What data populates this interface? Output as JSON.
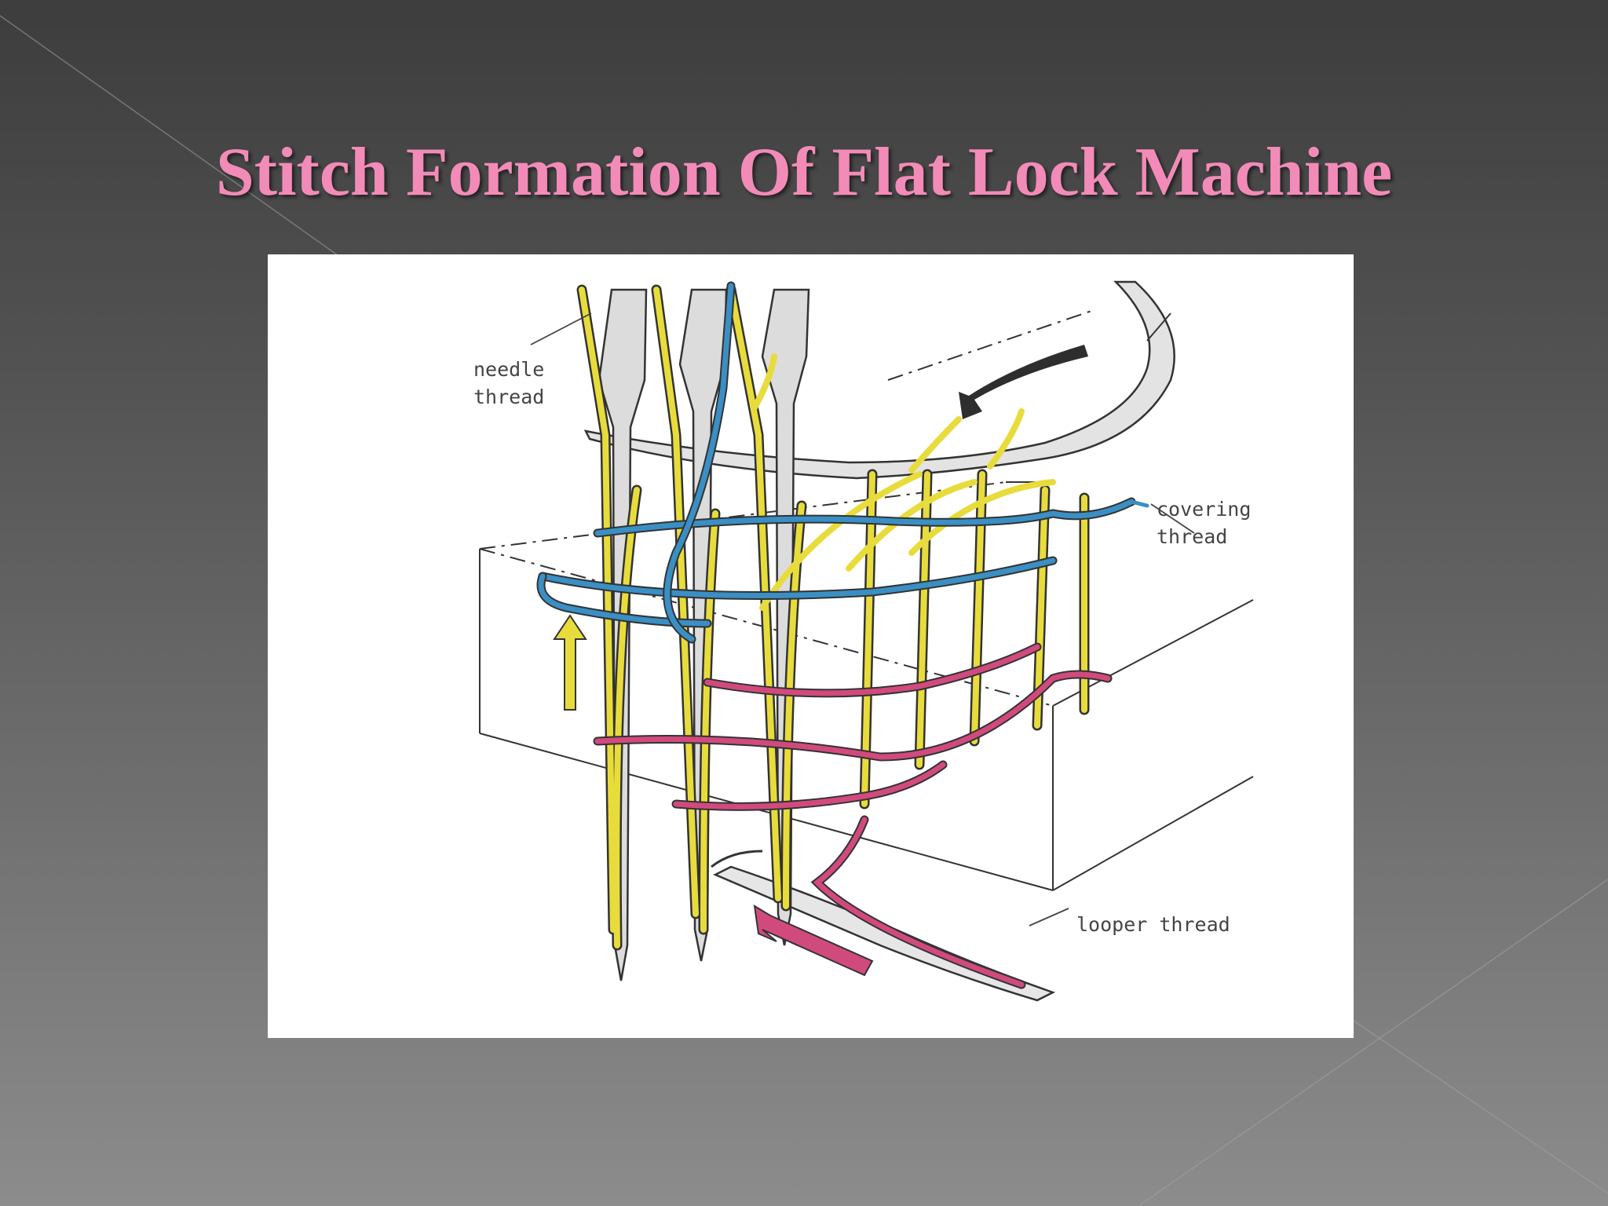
{
  "slide": {
    "title": "Stitch Formation Of Flat Lock Machine"
  },
  "figure": {
    "labels": {
      "needle_line1": "needle",
      "needle_line2": "thread",
      "covering_line1": "covering",
      "covering_line2": "thread",
      "looper": "looper thread"
    },
    "thread_colors": {
      "needle_thread": "#e8dc3c",
      "covering_thread": "#3a8fc4",
      "looper_thread": "#d14a7e"
    }
  },
  "colors": {
    "title": "#f28bb7",
    "background_dark": "#3d3d3d",
    "background_light": "#8c8c8c"
  }
}
